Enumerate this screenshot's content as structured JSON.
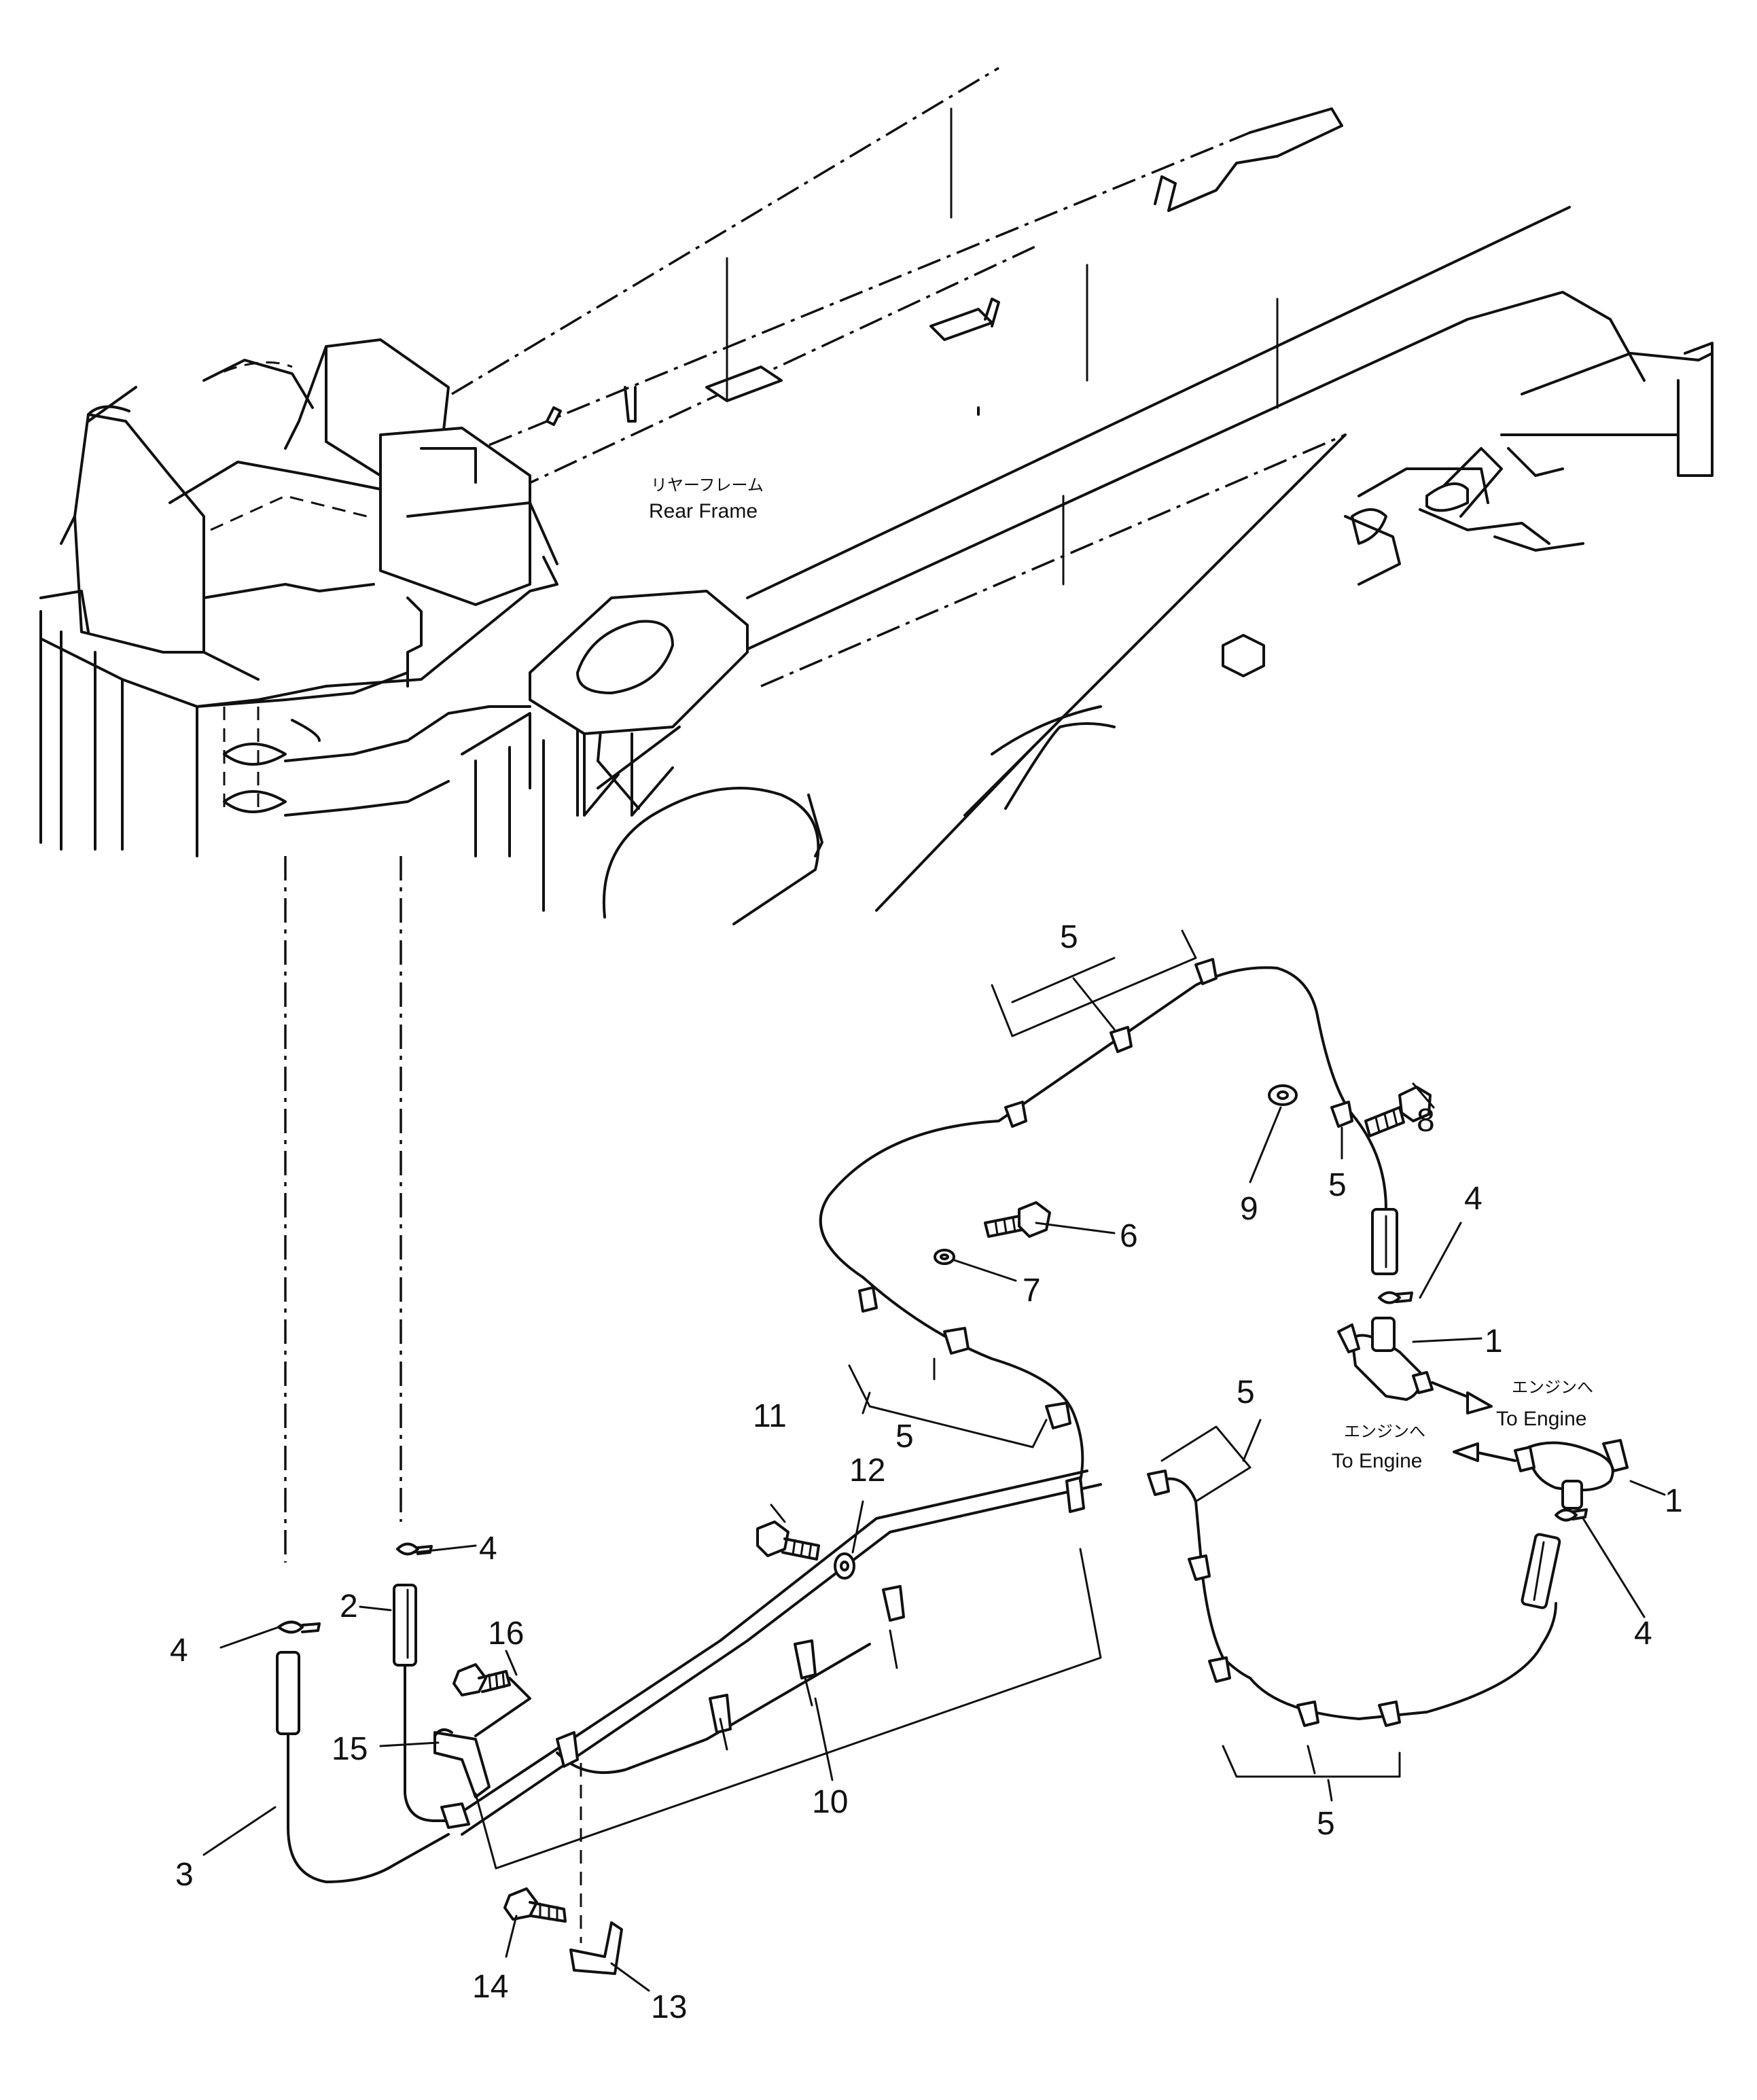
{
  "frame": {
    "label_jp": "リヤーフレーム",
    "label_en": "Rear  Frame"
  },
  "engine_notes": [
    {
      "jp": "エンジンへ",
      "en": "To Engine"
    },
    {
      "jp": "エンジンへ",
      "en": "To Engine"
    }
  ],
  "callouts": {
    "c5_top": "5",
    "c8": "8",
    "c9": "9",
    "c5_right": "5",
    "c6": "6",
    "c7": "7",
    "c4_right_top": "4",
    "c1_top": "1",
    "c5_mid": "5",
    "c5_rightloop": "5",
    "c11": "11",
    "c12": "12",
    "c1_bottom": "1",
    "c4_left_mid": "4",
    "c4_right_bottom": "4",
    "c2": "2",
    "c16": "16",
    "c4_left": "4",
    "c15": "15",
    "c10": "10",
    "c5_bottom": "5",
    "c3": "3",
    "c14": "14",
    "c13": "13"
  }
}
